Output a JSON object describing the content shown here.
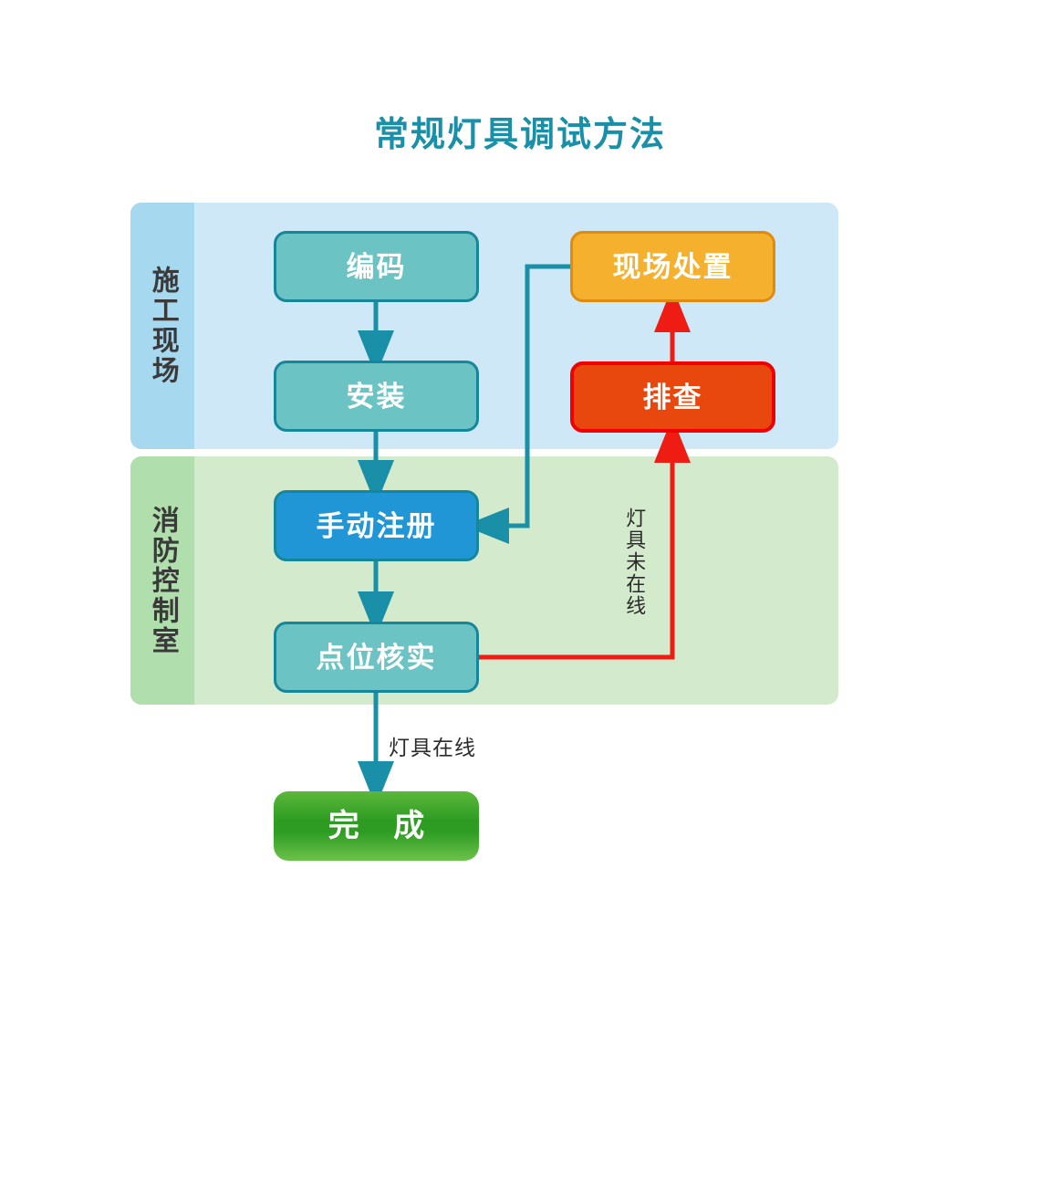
{
  "title": "常规灯具调试方法",
  "colors": {
    "title": "#1A8FA8",
    "teal_node": "#6BC3C3",
    "teal_border": "#16869B",
    "blue_node": "#2196D6",
    "amber_node": "#F5B12E",
    "amber_border": "#E08A10",
    "redorange_node": "#E8470E",
    "red_border": "#F00000",
    "green_node": "#2E9C23",
    "band_blue_body": "#CFE8F7",
    "band_blue_strip": "#A6D8F0",
    "band_green_body": "#D3EACC",
    "band_green_strip": "#B1DEAD",
    "arrow_teal": "#1A8FA8",
    "arrow_red": "#EE1C12",
    "label_text": "#2B2B2B"
  },
  "bands": [
    {
      "id": "construction",
      "label": "施工现场"
    },
    {
      "id": "fire-control",
      "label": "消防控制室"
    }
  ],
  "nodes": {
    "coding": "编码",
    "install": "安装",
    "register": "手动注册",
    "verify": "点位核实",
    "onsite": "现场处置",
    "troubleshoot": "排查",
    "done": "完 成"
  },
  "edge_labels": {
    "online": "灯具在线",
    "offline": "灯具未在线"
  },
  "chart_data": {
    "type": "diagram",
    "title": "常规灯具调试方法",
    "swimlanes": [
      {
        "name": "施工现场",
        "nodes": [
          "编码",
          "安装",
          "现场处置",
          "排查"
        ]
      },
      {
        "name": "消防控制室",
        "nodes": [
          "手动注册",
          "点位核实"
        ]
      }
    ],
    "edges": [
      {
        "from": "编码",
        "to": "安装",
        "label": "",
        "color": "#1A8FA8"
      },
      {
        "from": "安装",
        "to": "手动注册",
        "label": "",
        "color": "#1A8FA8"
      },
      {
        "from": "手动注册",
        "to": "点位核实",
        "label": "",
        "color": "#1A8FA8"
      },
      {
        "from": "点位核实",
        "to": "完 成",
        "label": "灯具在线",
        "color": "#1A8FA8"
      },
      {
        "from": "点位核实",
        "to": "排查",
        "label": "灯具未在线",
        "color": "#EE1C12"
      },
      {
        "from": "排查",
        "to": "现场处置",
        "label": "",
        "color": "#EE1C12"
      },
      {
        "from": "现场处置",
        "to": "手动注册",
        "label": "",
        "color": "#1A8FA8"
      }
    ]
  }
}
